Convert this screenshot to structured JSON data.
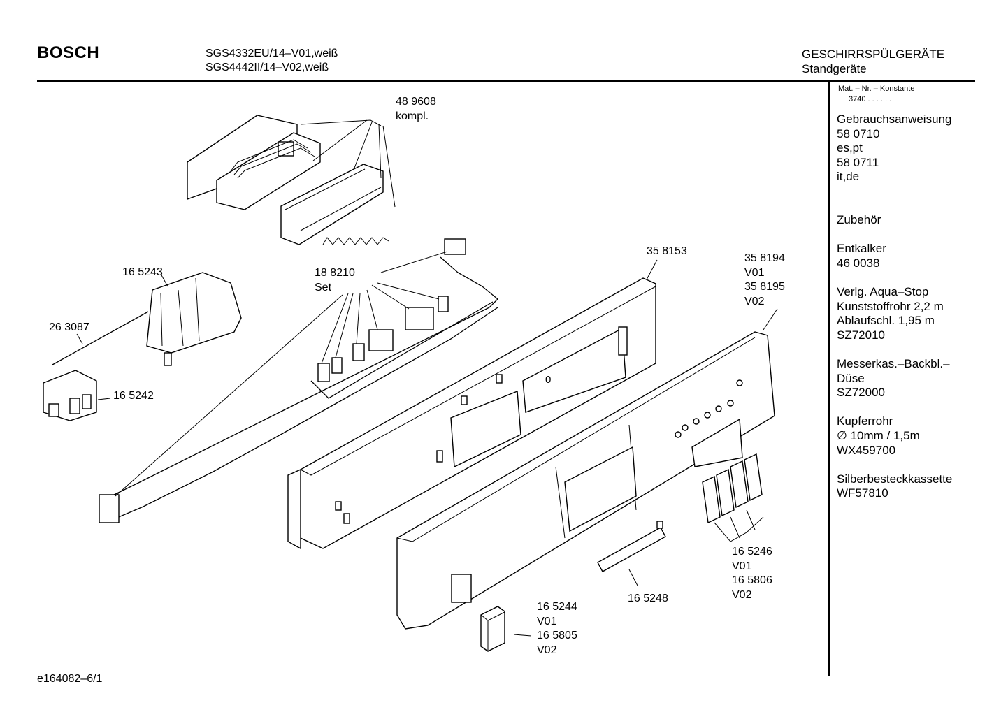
{
  "header": {
    "brand": "BOSCH",
    "model_lines": [
      "SGS4332EU/14–V01,weiß",
      "SGS4442II/14–V02,weiß"
    ],
    "category": "GESCHIRRSPÜLGERÄTE",
    "subcategory": "Standgeräte"
  },
  "sidebar": {
    "mat_header": "Mat. – Nr. – Konstante",
    "mat_value": "3740  .  .  .  .  .  .",
    "lines": [
      "Gebrauchsanweisung",
      "58 0710",
      "es,pt",
      "58 0711",
      "it,de",
      "",
      "",
      "Zubehör",
      "",
      "Entkalker",
      "46 0038",
      "",
      "Verlg. Aqua–Stop",
      "Kunststoffrohr 2,2 m",
      "Ablaufschl. 1,95 m",
      "SZ72010",
      "",
      "Messerkas.–Backbl.–",
      "Düse",
      "SZ72000",
      "",
      "Kupferrohr",
      "∅ 10mm / 1,5m",
      "WX459700",
      "",
      "Silberbesteckkassette",
      "WF57810"
    ]
  },
  "callouts": [
    {
      "id": "489608",
      "lines": [
        "48 9608",
        "kompl."
      ]
    },
    {
      "id": "165243",
      "lines": [
        "16 5243"
      ]
    },
    {
      "id": "263087",
      "lines": [
        "26 3087"
      ]
    },
    {
      "id": "165242",
      "lines": [
        "16 5242"
      ]
    },
    {
      "id": "188210",
      "lines": [
        "18 8210",
        "Set"
      ]
    },
    {
      "id": "358153",
      "lines": [
        "35 8153"
      ]
    },
    {
      "id": "358194",
      "lines": [
        "35 8194",
        "V01",
        "35 8195",
        "V02"
      ]
    },
    {
      "id": "165246",
      "lines": [
        "16 5246",
        "V01",
        "16 5806",
        "V02"
      ]
    },
    {
      "id": "165248",
      "lines": [
        "16 5248"
      ]
    },
    {
      "id": "165244",
      "lines": [
        "16 5244",
        "V01",
        "16 5805",
        "V02"
      ]
    }
  ],
  "panel_display_glyph": "0",
  "footer": {
    "code": "e164082–6/1"
  }
}
